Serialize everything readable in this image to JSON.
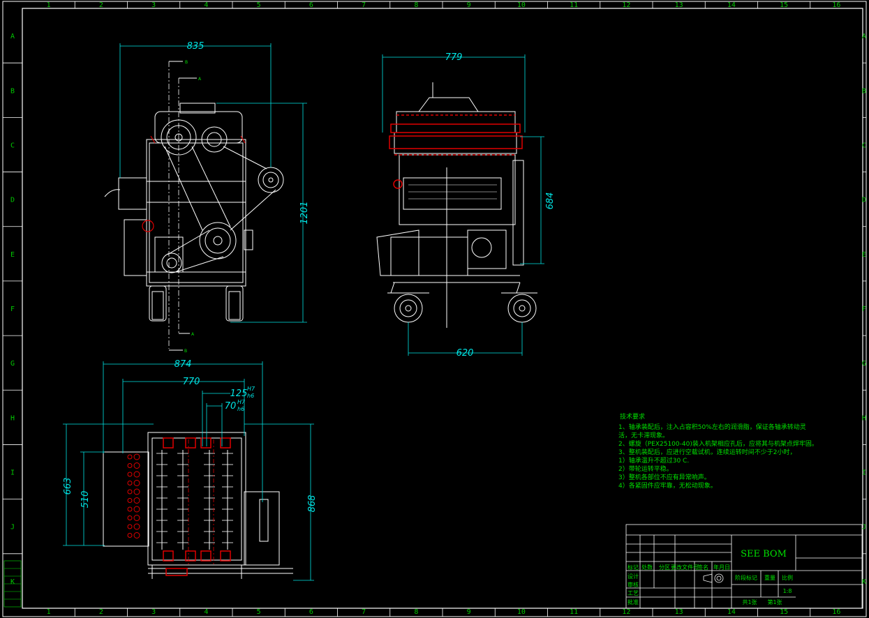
{
  "frame": {
    "colors": {
      "border": "#ffffff",
      "dim": "#00e5e5",
      "text": "#00e000",
      "part": "#e00000",
      "line": "#ffffff"
    },
    "columns": [
      "1",
      "2",
      "3",
      "4",
      "5",
      "6",
      "7",
      "8",
      "9",
      "10",
      "11",
      "12",
      "13",
      "14",
      "15",
      "16"
    ],
    "rows": [
      "A",
      "B",
      "C",
      "D",
      "E",
      "F",
      "G",
      "H",
      "I",
      "J",
      "K"
    ]
  },
  "front_view": {
    "width_dim": "835",
    "height_dim": "1201",
    "section_a": "A",
    "section_b": "B"
  },
  "side_view": {
    "top_dim": "779",
    "bottom_dim": "620",
    "height_dim": "684"
  },
  "plan_view": {
    "dim_874": "874",
    "dim_770": "770",
    "dim_125": "125",
    "dim_70": "70",
    "fit_h7": "H7",
    "fit_h6": "h6",
    "dim_663": "663",
    "dim_510": "510",
    "dim_868": "868"
  },
  "notes": {
    "title": "技术要求",
    "lines": [
      "1、轴承装配后，注入占容积50%左右的润滑脂，保证各轴承转动灵",
      "    活，无卡滞现象。",
      "2、螺旋（PEX25100-40)装入机架相应孔后，应将其与机架点焊牢固。",
      "3、整机装配后，应进行空载试机，连续运转时间不少于2小时，",
      "    1）轴承温升不超过30 C.",
      "    2）带轮运转平稳。",
      "    3）整机各部位不应有异常响声。",
      "    4）各紧固件应牢靠，无松动现象。"
    ]
  },
  "title_block": {
    "bom_label": "SEE BOM",
    "scale": "1:8",
    "sheet_total": "共1张",
    "sheet_no": "第1张",
    "headers": [
      "标记",
      "处数",
      "分区",
      "更改文件号",
      "签名",
      "年月日"
    ],
    "roles": [
      "设计",
      "审核",
      "工艺",
      "批准"
    ],
    "labels": [
      "阶段标记",
      "重量",
      "比例"
    ]
  }
}
